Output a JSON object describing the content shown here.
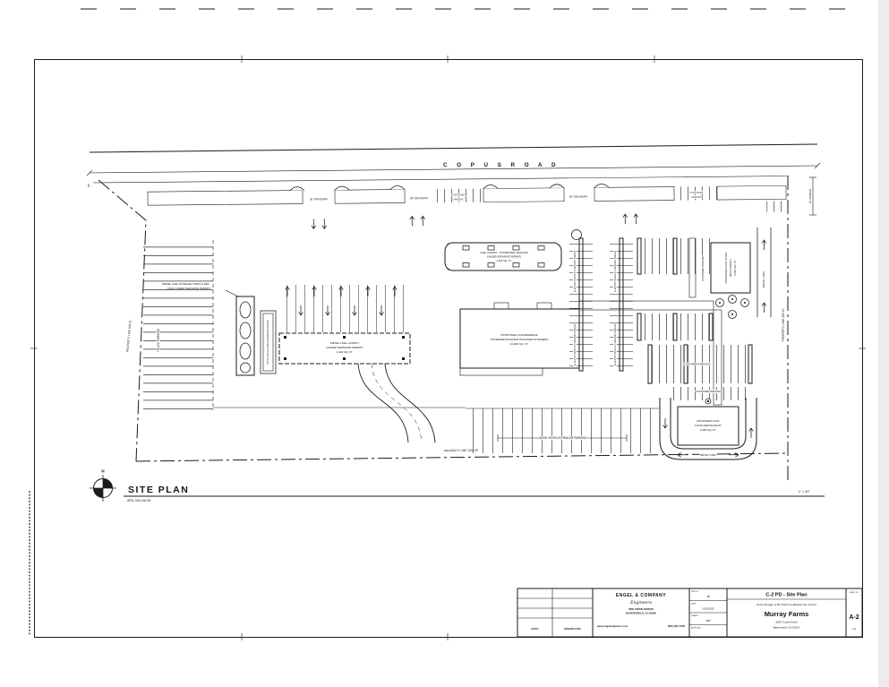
{
  "colors": {
    "paper": "#ffffff",
    "line": "#1b1b1b"
  },
  "site": {
    "road_label": "C O P U S   R O A D",
    "row_width": "90'",
    "setback": "30' SETBACK",
    "driveway": "30' DRIVEWAY",
    "customer_parking": "CUSTOMER PARKING",
    "customer_word": "CUSTOMER",
    "parking_word": "PARKING",
    "truck_parking": "TRUCK PARKING",
    "pl_left": "PROPERTY LINE 543.31'",
    "pl_bottom": "PROPERTY LINE 1250.05'",
    "pl_right": "PROPERTY LINE 459.94'",
    "tanks_line1": "DIESEL FUEL STORAGE TANKS & DEF",
    "tanks_line2": "TANK (UNDER SEPARATE PERMIT)",
    "truck_scale": "TRUCK SCALE (UNDER SEPARATE PERMIT)",
    "diesel": [
      "DIESEL FUEL CANOPY",
      "(UNDER SEPARATE PERMIT)",
      "4,420 SQ. FT."
    ],
    "fuel": [
      "FUEL CANOPY - PASSENGER VEHICLES",
      "(UNDER SEPARATE PERMIT)",
      "4,300 SQ. FT."
    ],
    "store": [
      "PROPOSED CONVENIENCE",
      "STORE/RESTAURANT/TRUCKER SHOWERS",
      "12,000 SQ. FT."
    ],
    "ev": "ELECTRIC VEHICLE CHARGING SPACES",
    "ff1": [
      "PROPOSED FAST FOOD",
      "RESTAURANT",
      "3,500 SQ. FT."
    ],
    "ff1_drive": "DRIVE-THRU",
    "ff2": [
      "PROPOSED FAST",
      "FOOD RESTAURANT",
      "4,500 SQ. FT."
    ],
    "ff2_drive": "DRIVE THRU",
    "trailer": "LARGE VEHICLE/TRAILER PARKING",
    "north": "N",
    "title": "SITE PLAN",
    "apn": "APN: 049-130-08",
    "scale": "1\" = 40'"
  },
  "tb": {
    "company": {
      "name": "ENGEL & COMPANY",
      "tagline": "Engineers",
      "address1": "4800 UNION AVENUE",
      "address2": "BAKERSFIELD, CA 93305",
      "web": "www.engelengineers.com",
      "phone": "(661) 837-7553"
    },
    "revisions": {
      "date_label": "DATE",
      "issued_label": "ISSUED FOR"
    },
    "info": [
      {
        "label": "JOB NO.",
        "value": "JB"
      },
      {
        "label": "DATE",
        "value": "1/15/2021"
      },
      {
        "label": "DRAWN",
        "value": "JMT"
      },
      {
        "label": "APPROVED",
        "value": ""
      }
    ],
    "project": {
      "header": "C-2 PD - Site Plan",
      "subtitle": "Zone Change & RV Park Conditional Use Permit",
      "name": "Murray Farms",
      "address1": "9557 Copus Road",
      "address2": "Bakersfield, CA 93313"
    },
    "sheet": {
      "label": "SHEET NO.",
      "number": "A-2",
      "of": "2 of"
    }
  }
}
